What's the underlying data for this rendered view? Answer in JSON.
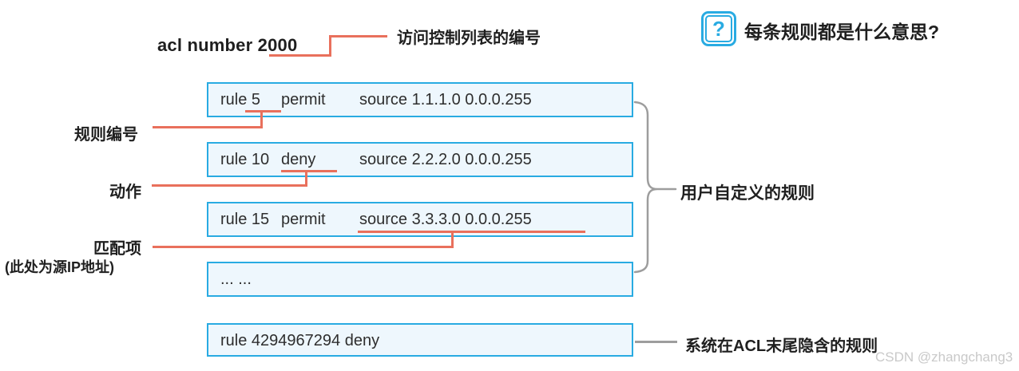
{
  "colors": {
    "accent_cyan": "#29ABE2",
    "box_fill": "#EEF7FD",
    "connector_red": "#E9705C",
    "connector_gray": "#9D9D9D",
    "text": "#1F1F1F",
    "watermark_gray": "#C9C9C9"
  },
  "header": {
    "acl_title": "acl number 2000",
    "acl_annotation": "访问控制列表的编号",
    "question_icon": "question-mark",
    "question_text": "每条规则都是什么意思?"
  },
  "rules": [
    {
      "rule_no": "rule 5",
      "action": "permit",
      "match": "source 1.1.1.0 0.0.0.255"
    },
    {
      "rule_no": "rule 10",
      "action": "deny",
      "match": "source 2.2.2.0 0.0.0.255"
    },
    {
      "rule_no": "rule 15",
      "action": "permit",
      "match": "source 3.3.3.0 0.0.0.255"
    },
    {
      "text": "... ..."
    },
    {
      "text": "rule 4294967294 deny"
    }
  ],
  "left_labels": {
    "rule_number": "规则编号",
    "action": "动作",
    "match_item": "匹配项",
    "match_item_note": "(此处为源IP地址)"
  },
  "right_labels": {
    "user_defined": "用户自定义的规则",
    "implicit_rule": "系统在ACL末尾隐含的规则"
  },
  "watermark": "CSDN @zhangchang3"
}
